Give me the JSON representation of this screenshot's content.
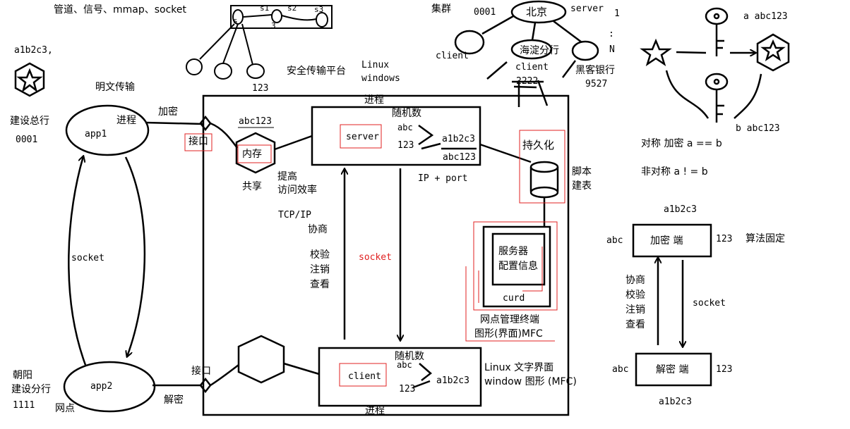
{
  "colors": {
    "ink": "#000000",
    "accent": "#e02020"
  },
  "top_left": {
    "ipc": "管道、信号、mmap、socket",
    "s1": "s1",
    "s2": "s2",
    "s3": "s3",
    "s": "s",
    "n3": "3",
    "num_123": "123"
  },
  "left": {
    "id_label": "a1b2c3,",
    "plain": "明文传输",
    "bank1_name": "建设总行",
    "bank1_code": "0001",
    "process": "进程",
    "encrypt": "加密",
    "app1": "app1",
    "socket": "socket",
    "bank2_line1": "朝阳",
    "bank2_line2": "建设分行",
    "bank2_code": "1111",
    "outlet": "网点",
    "app2": "app2",
    "decrypt": "解密",
    "interface_top": "接口",
    "interface_bottom": "接口"
  },
  "center": {
    "platform": "安全传输平台",
    "os1": "Linux",
    "os2": "windows",
    "process_top": "进程",
    "abc123_top": "abc123",
    "memory": "内存",
    "shared": "共享",
    "improve1": "提高",
    "improve2": "访问效率",
    "tcpip": "TCP/IP",
    "negotiate": "协商",
    "verify": "校验",
    "logout": "注销",
    "view": "查看",
    "socket": "socket",
    "ip_port": "IP + port",
    "server": "server",
    "random_top": "随机数",
    "abc": "abc",
    "n123": "123",
    "key": "a1b2c3",
    "abc123": "abc123",
    "client": "client",
    "random_bottom": "随机数",
    "abc_b": "abc",
    "n123_b": "123",
    "key_b": "a1b2c3",
    "process_bottom": "进程",
    "persist": "持久化",
    "script1": "脚本",
    "script2": "建表",
    "server_cfg1": "服务器",
    "server_cfg2": "配置信息",
    "curd": "curd",
    "mgmt1": "网点管理终端",
    "mgmt2": "图形(界面)MFC",
    "text_ui1": "Linux 文字界面",
    "text_ui2": "window 图形 (MFC)"
  },
  "top_right": {
    "cluster": "集群",
    "code_0001": "0001",
    "beijing": "北京",
    "server": "server",
    "n1": "1",
    "colon": ":",
    "n_N": "N",
    "client": "client",
    "haidian": "海淀分行",
    "hacker": "黑客银行",
    "client2": "client",
    "n2222": "2222",
    "n9527": "9527"
  },
  "right": {
    "key_a": "a  abc123",
    "key_b": "b  abc123",
    "sym": "对称 加密 a == b",
    "asym": "非对称 a ! = b",
    "key_top": "a1b2c3",
    "enc_end": "加密 端",
    "abc_top": "abc",
    "n123_top": "123",
    "fixed": "算法固定",
    "negotiate": "协商",
    "verify": "校验",
    "logout": "注销",
    "view": "查看",
    "socket": "socket",
    "dec_end": "解密 端",
    "abc_bottom": "abc",
    "n123_bottom": "123",
    "key_bottom": "a1b2c3"
  }
}
